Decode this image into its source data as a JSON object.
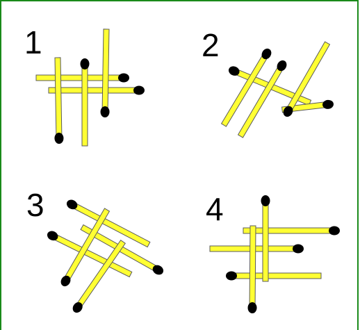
{
  "panels": [
    {
      "label": "1"
    },
    {
      "label": "2"
    },
    {
      "label": "3"
    },
    {
      "label": "4"
    }
  ],
  "colors": {
    "frame": "#1a8a1a",
    "matchstick": "#ffff33",
    "outline": "#5a5a5a",
    "head": "#000000"
  }
}
